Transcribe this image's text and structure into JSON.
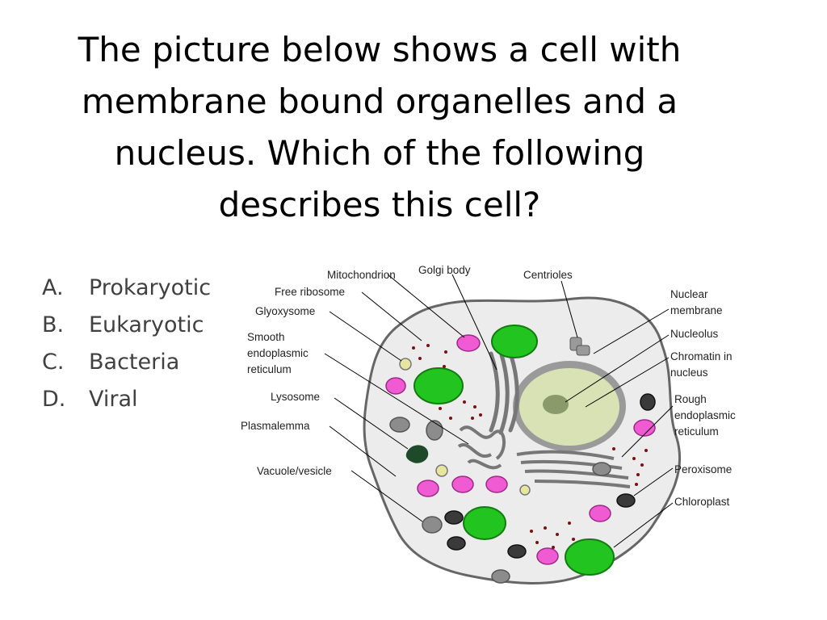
{
  "slide": {
    "question": "The picture below shows a cell with membrane bound organelles and a nucleus.  Which of the following describes this cell?",
    "answers": [
      {
        "letter": "A.",
        "text": "Prokaryotic"
      },
      {
        "letter": "B.",
        "text": "Eukaryotic"
      },
      {
        "letter": "C.",
        "text": "Bacteria"
      },
      {
        "letter": "D.",
        "text": "Viral"
      }
    ]
  },
  "diagram": {
    "labels": {
      "mitochondrion": "Mitochondrion",
      "golgi": "Golgi body",
      "centrioles": "Centrioles",
      "free_ribosome": "Free ribosome",
      "glyoxysome": "Glyoxysome",
      "smooth_er_1": "Smooth",
      "smooth_er_2": "endoplasmic",
      "smooth_er_3": "reticulum",
      "lysosome": "Lysosome",
      "plasmalemma": "Plasmalemma",
      "vacuole": "Vacuole/vesicle",
      "nuclear_membrane_1": "Nuclear",
      "nuclear_membrane_2": "membrane",
      "nucleolus": "Nucleolus",
      "chromatin_1": "Chromatin in",
      "chromatin_2": "nucleus",
      "rough_er_1": "Rough",
      "rough_er_2": "endoplasmic",
      "rough_er_3": "reticulum",
      "peroxisome": "Peroxisome",
      "chloroplast": "Chloroplast"
    },
    "colors": {
      "cytoplasm": "#ececec",
      "membrane": "#666666",
      "nucleus": "#d9e2b4",
      "nucleolus": "#8a9a6a",
      "chloroplast": "#22c41f",
      "mitochondrion": "#f05ad2",
      "organelle_gray": "#8c8c8c",
      "ribosome": "#7a1010",
      "glyoxysome": "#e6e6a0",
      "lysosome": "#1f4a2a"
    }
  }
}
